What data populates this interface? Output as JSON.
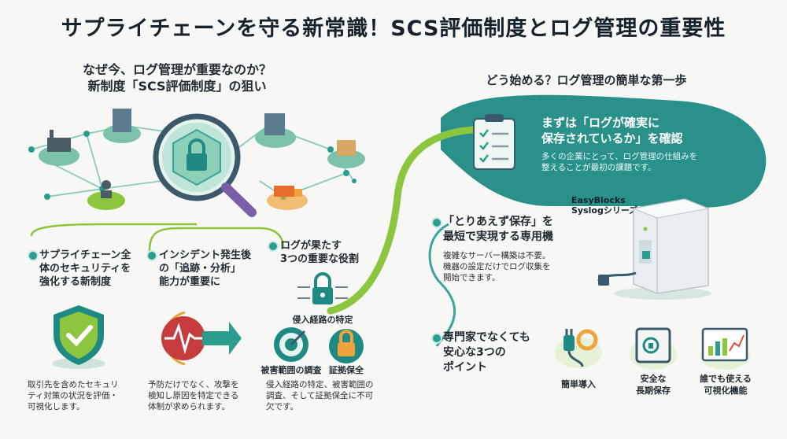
{
  "title": "サプライチェーンを守る新常識！SCS評価制度とログ管理の重要性",
  "left": {
    "heading_line1": "なぜ今、ログ管理が重要なのか？",
    "heading_line2": "新制度「SCS評価制度」の狙い",
    "point1": {
      "title_l1": "サプライチェーン全",
      "title_l2": "体のセキュリティを",
      "title_l3": "強化する新制度",
      "desc_l1": "取引先を含めたセキュリ",
      "desc_l2": "ティ対策の状況を評価・",
      "desc_l3": "可視化します。"
    },
    "point2": {
      "title_l1": "インシデント発生後",
      "title_l2": "の「追跡・分析」",
      "title_l3": "能力が重要に",
      "desc_l1": "予防だけでなく、攻撃を",
      "desc_l2": "検知し原因を特定できる",
      "desc_l3": "体制が求められます。"
    },
    "point3": {
      "title_l1": "ログが果たす",
      "title_l2": "3つの重要な役割",
      "role1": "侵入経路の特定",
      "role2": "被害範囲の調査",
      "role3": "証拠保全",
      "desc_l1": "侵入経路の特定、被害範囲の",
      "desc_l2": "調査、そして証拠保全に不可",
      "desc_l3": "欠です。"
    }
  },
  "right": {
    "heading": "どう始める？ログ管理の簡単な第一歩",
    "step1": {
      "title_l1": "まずは「ログが確実に",
      "title_l2": "保存されているか」を確認",
      "desc_l1": "多くの企業にとって、ログ管理の仕組みを",
      "desc_l2": "整えることが最初の課題です。"
    },
    "product": {
      "name_l1": "EasyBlocks",
      "name_l2": "Syslogシリーズ"
    },
    "step2": {
      "title_l1": "「とりあえず保存」を",
      "title_l2": "最短で実現する専用機",
      "desc_l1": "複雑なサーバー構築は不要。",
      "desc_l2": "機器の設定だけでログ収集を",
      "desc_l3": "開始できます。"
    },
    "step3": {
      "title_l1": "専門家でなくても",
      "title_l2": "安心な3つの",
      "title_l3": "ポイント"
    },
    "features": [
      "簡単導入",
      "安全な",
      "長期保存",
      "誰でも使える",
      "可視化機能"
    ]
  },
  "colors": {
    "teal": "#1f8a84",
    "green": "#8cc63f",
    "dark": "#15222c"
  },
  "icons": [
    "network-icon",
    "magnifier-lock-icon",
    "shield-check-icon",
    "heartbeat-arrow-icon",
    "lock-circuit-icon",
    "target-icon",
    "padlock-icon",
    "clipboard-checklist-icon",
    "storage-server-icon",
    "plug-gear-icon",
    "safe-icon",
    "dashboard-chart-icon"
  ]
}
